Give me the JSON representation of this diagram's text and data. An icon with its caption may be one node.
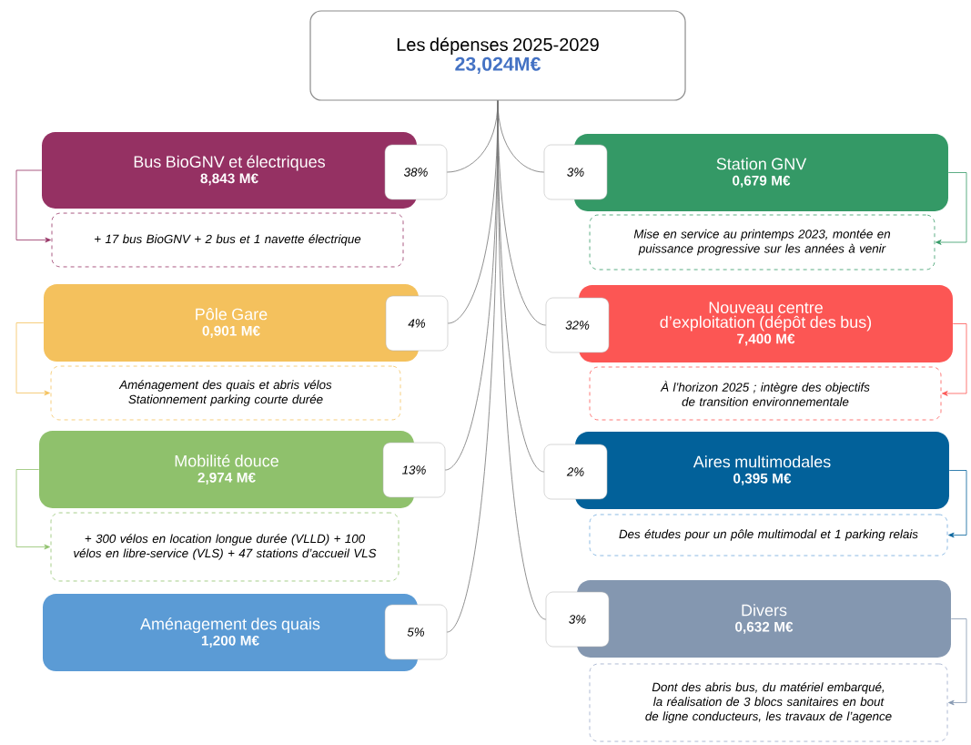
{
  "diagram": {
    "nodes": [
      {
        "text": [
          "Les dépenses 2025-2029",
          "23,024M€"
        ]
      },
      {
        "text": [
          "Bus BioGNV et électriques",
          "8,843 M€"
        ]
      },
      {
        "text": [
          "38%"
        ]
      },
      {
        "text": [
          "+ 17 bus BioGNV + 2 bus et 1 navette électrique"
        ]
      },
      {
        "text": [
          "Pôle Gare",
          "0,901 M€"
        ]
      },
      {
        "text": [
          "4%"
        ]
      },
      {
        "text": [
          "Aménagement des quais et abris vélos Stationnement parking courte durée"
        ]
      },
      {
        "text": [
          "Mobilité douce",
          "2,974 M€"
        ]
      },
      {
        "text": [
          "13%"
        ]
      },
      {
        "text": [
          "+ 300 vélos en location longue durée (VLLD) + 100 vélos en libre-service (VLS) + 47 stations d’accueil VLS"
        ]
      },
      {
        "text": [
          "Aménagement des quais",
          "1,200 M€"
        ]
      },
      {
        "text": [
          "5%"
        ]
      },
      {
        "text": [
          "Station GNV",
          "0,679 M€"
        ]
      },
      {
        "text": [
          "3%"
        ]
      },
      {
        "text": [
          "Mise en service au printemps 2023, montée en puissance progressive sur les années à venir"
        ]
      },
      {
        "text": [
          "Nouveau centre d’exploitation (dépôt des bus)",
          "7,400 M€"
        ]
      },
      {
        "text": [
          "32%"
        ]
      },
      {
        "text": [
          "À l’horizon 2025 ; intègre des objectifs de transition environnementale"
        ]
      },
      {
        "text": [
          "Aires multimodales",
          "0,395 M€"
        ]
      },
      {
        "text": [
          "2%"
        ]
      },
      {
        "text": [
          "Des études pour un pôle multimodal et 1 parking relais"
        ]
      },
      {
        "text": [
          "Divers",
          "0,632 M€"
        ]
      },
      {
        "text": [
          "3%"
        ]
      },
      {
        "text": [
          "Dont des abris bus, du matériel embarqué, la réalisation de 3 blocs sanitaires en bout de ligne conducteurs, les travaux de l’agence"
        ]
      }
    ],
    "edges": [
      {
        "from": 0,
        "to": 2,
        "arrow": "none"
      },
      {
        "from": 0,
        "to": 5,
        "arrow": "none"
      },
      {
        "from": 0,
        "to": 8,
        "arrow": "none"
      },
      {
        "from": 0,
        "to": 11,
        "arrow": "none"
      },
      {
        "from": 0,
        "to": 13,
        "arrow": "none"
      },
      {
        "from": 0,
        "to": 16,
        "arrow": "none"
      },
      {
        "from": 0,
        "to": 19,
        "arrow": "none"
      },
      {
        "from": 0,
        "to": 22,
        "arrow": "none"
      },
      {
        "from": 1,
        "to": 3,
        "arrow": "to",
        "color": "#953163"
      },
      {
        "from": 4,
        "to": 6,
        "arrow": "to",
        "color": "#f4c15d"
      },
      {
        "from": 7,
        "to": 9,
        "arrow": "to",
        "color": "#8fc16c"
      },
      {
        "from": 12,
        "to": 14,
        "arrow": "to",
        "color": "#349966"
      },
      {
        "from": 15,
        "to": 17,
        "arrow": "to",
        "color": "#fc5654"
      },
      {
        "from": 18,
        "to": 20,
        "arrow": "to",
        "color": "#02619a"
      },
      {
        "from": 21,
        "to": 23,
        "arrow": "to",
        "color": "#8497b0"
      }
    ]
  }
}
